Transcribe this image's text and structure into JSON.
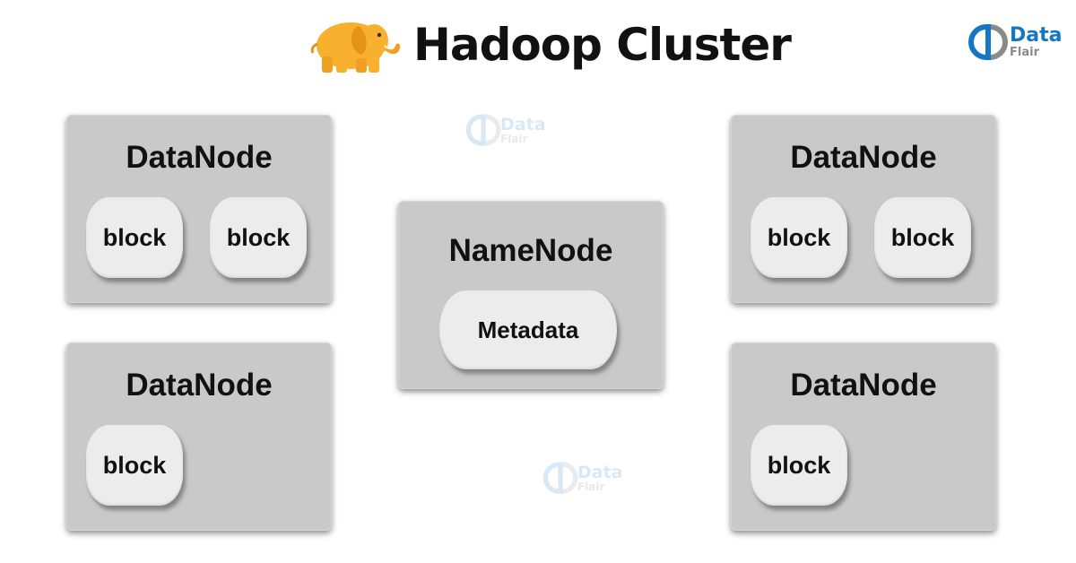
{
  "header": {
    "title": "Hadoop Cluster",
    "icon": "hadoop-elephant-icon"
  },
  "brand": {
    "name_top": "Data",
    "name_bottom": "Flair",
    "icon": "dataflair-logo-icon",
    "colors": {
      "blue": "#1577c4",
      "gray": "#8a8a8a"
    }
  },
  "watermark": {
    "top": "Data",
    "bottom": "Flair"
  },
  "namenode": {
    "title": "NameNode",
    "metadata_label": "Metadata"
  },
  "datanodes": [
    {
      "title": "DataNode",
      "blocks": [
        "block",
        "block"
      ]
    },
    {
      "title": "DataNode",
      "blocks": [
        "block"
      ]
    },
    {
      "title": "DataNode",
      "blocks": [
        "block",
        "block"
      ]
    },
    {
      "title": "DataNode",
      "blocks": [
        "block"
      ]
    }
  ],
  "colors": {
    "node_fill": "#c9c9c9",
    "block_fill": "#ececec",
    "elephant": "#f5a623",
    "text": "#111111"
  }
}
